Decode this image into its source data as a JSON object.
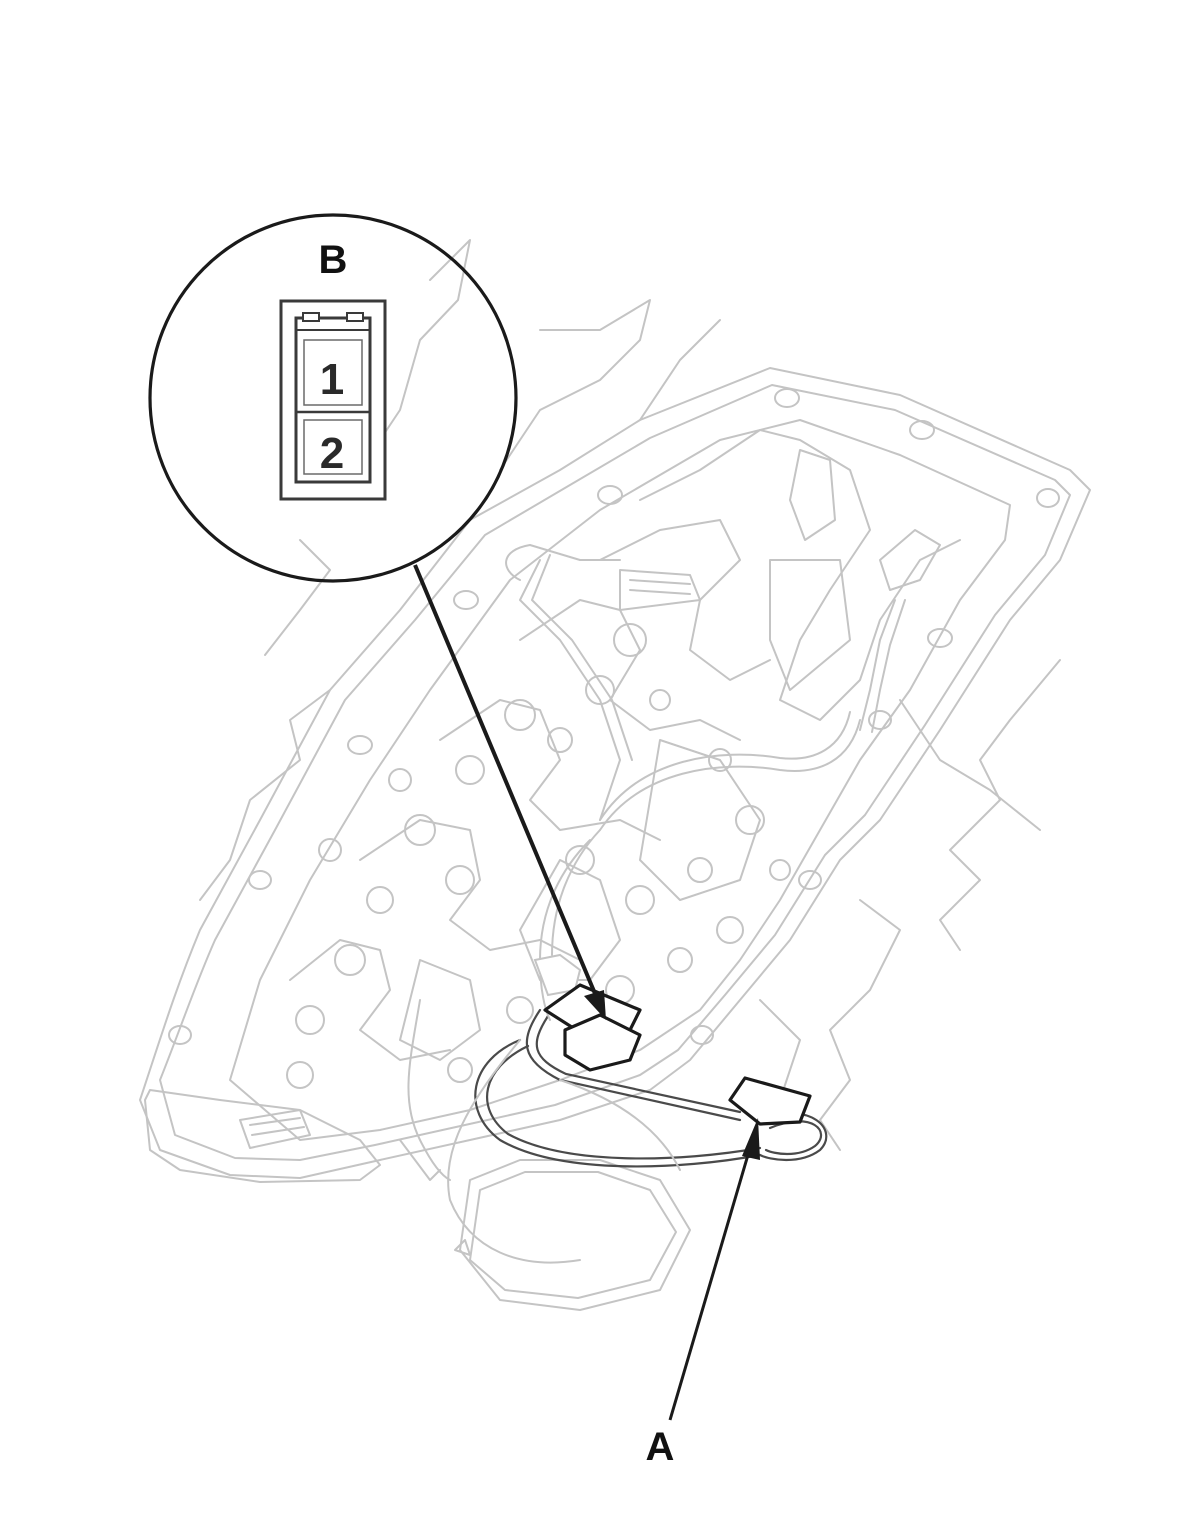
{
  "callouts": {
    "a": "A",
    "b": "B"
  },
  "detail_b": {
    "pins": [
      "1",
      "2"
    ]
  },
  "colors": {
    "ink": "#1a1a1a",
    "ghost": "#c4c4c4"
  }
}
